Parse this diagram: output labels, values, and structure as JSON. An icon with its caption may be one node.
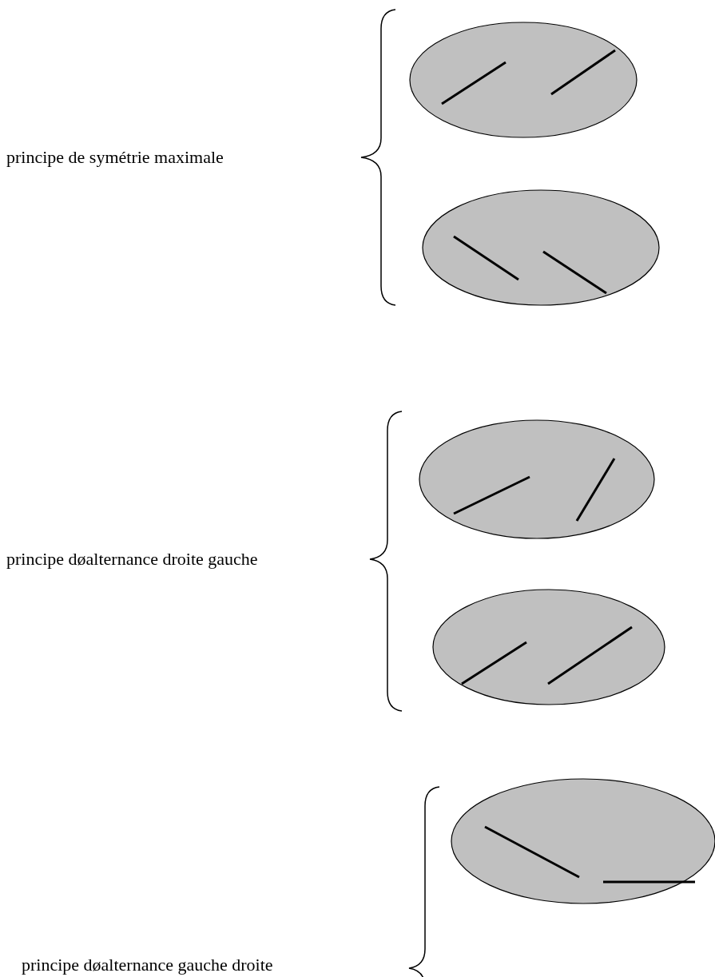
{
  "diagram": {
    "labels": [
      "principe de symétrie maximale",
      "principe døalternance droite gauche",
      "principe døalternance gauche droite"
    ]
  }
}
